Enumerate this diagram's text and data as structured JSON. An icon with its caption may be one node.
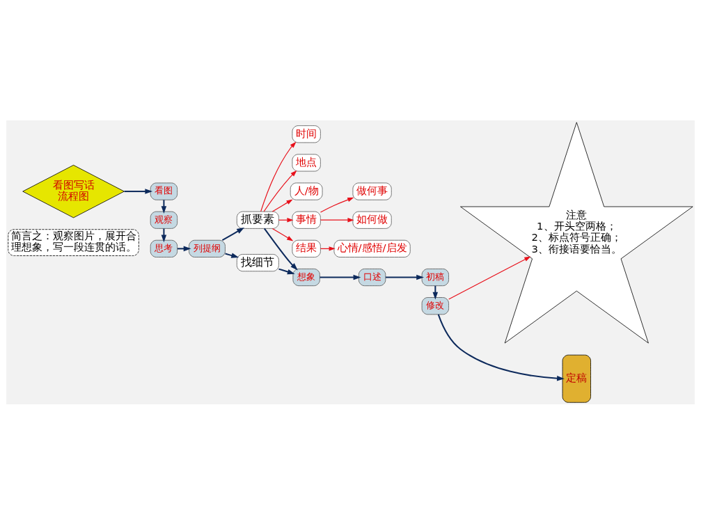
{
  "diagram": {
    "nodes": [
      {
        "text": [
          "简言之：观察图片，展开合理想象，写一段连贯的话。"
        ]
      },
      {
        "text": [
          "看图写话",
          "流程图"
        ]
      },
      {
        "text": [
          "看图"
        ]
      },
      {
        "text": [
          "观察"
        ]
      },
      {
        "text": [
          "思考"
        ]
      },
      {
        "text": [
          "列提纲"
        ]
      },
      {
        "text": [
          "抓要素"
        ]
      },
      {
        "text": [
          "找细节"
        ]
      },
      {
        "text": [
          "时间"
        ]
      },
      {
        "text": [
          "地点"
        ]
      },
      {
        "text": [
          "人/物"
        ]
      },
      {
        "text": [
          "事情"
        ]
      },
      {
        "text": [
          "结果"
        ]
      },
      {
        "text": [
          "做何事"
        ]
      },
      {
        "text": [
          "如何做"
        ]
      },
      {
        "text": [
          "心情/感悟/启发"
        ]
      },
      {
        "text": [
          "想象"
        ]
      },
      {
        "text": [
          "口述"
        ]
      },
      {
        "text": [
          "初稿"
        ]
      },
      {
        "text": [
          "修改"
        ]
      },
      {
        "text": [
          "注意",
          "1、开头空两格；",
          "2、标点符号正确；",
          "3、衔接语要恰当。"
        ]
      },
      {
        "text": [
          "定稿"
        ]
      }
    ],
    "edges": [
      {
        "from": 1,
        "to": 2,
        "arrow": "to"
      },
      {
        "from": 2,
        "to": 3,
        "arrow": "to"
      },
      {
        "from": 3,
        "to": 4,
        "arrow": "to"
      },
      {
        "from": 4,
        "to": 5,
        "arrow": "to"
      },
      {
        "from": 5,
        "to": 6,
        "arrow": "to"
      },
      {
        "from": 5,
        "to": 7,
        "arrow": "to"
      },
      {
        "from": 6,
        "to": 8,
        "arrow": "to",
        "color": "#e8101a"
      },
      {
        "from": 6,
        "to": 9,
        "arrow": "to",
        "color": "#e8101a"
      },
      {
        "from": 6,
        "to": 10,
        "arrow": "to",
        "color": "#e8101a"
      },
      {
        "from": 6,
        "to": 11,
        "arrow": "to",
        "color": "#e8101a"
      },
      {
        "from": 6,
        "to": 12,
        "arrow": "to",
        "color": "#e8101a"
      },
      {
        "from": 11,
        "to": 13,
        "arrow": "to",
        "color": "#e8101a"
      },
      {
        "from": 11,
        "to": 14,
        "arrow": "to",
        "color": "#e8101a"
      },
      {
        "from": 12,
        "to": 15,
        "arrow": "to",
        "color": "#e8101a"
      },
      {
        "from": 6,
        "to": 16,
        "arrow": "to"
      },
      {
        "from": 7,
        "to": 16,
        "arrow": "to"
      },
      {
        "from": 16,
        "to": 17,
        "arrow": "to"
      },
      {
        "from": 17,
        "to": 18,
        "arrow": "to"
      },
      {
        "from": 18,
        "to": 19,
        "arrow": "to"
      },
      {
        "from": 19,
        "to": 21,
        "arrow": "to"
      },
      {
        "from": 19,
        "to": 20,
        "arrow": "to",
        "color": "#e8101a"
      }
    ]
  }
}
